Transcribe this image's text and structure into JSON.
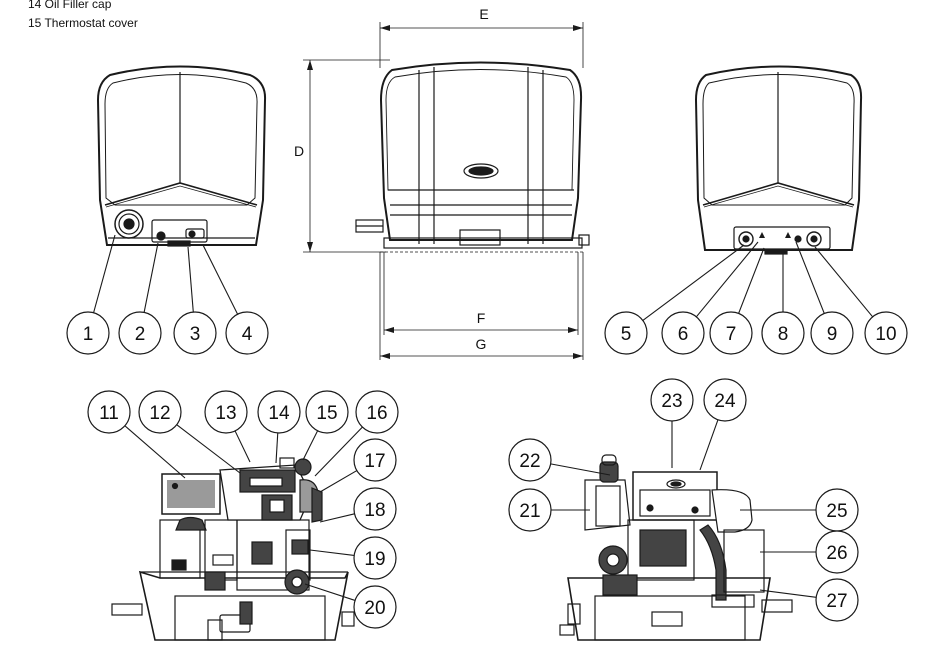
{
  "legend": [
    "14 Oil Filler cap",
    "15 Thermostat cover"
  ],
  "dimensions": {
    "E": "E",
    "D": "D",
    "F": "F",
    "G": "G"
  },
  "callouts": [
    {
      "n": "1"
    },
    {
      "n": "2"
    },
    {
      "n": "3"
    },
    {
      "n": "4"
    },
    {
      "n": "5"
    },
    {
      "n": "6"
    },
    {
      "n": "7"
    },
    {
      "n": "8"
    },
    {
      "n": "9"
    },
    {
      "n": "10"
    },
    {
      "n": "11"
    },
    {
      "n": "12"
    },
    {
      "n": "13"
    },
    {
      "n": "14"
    },
    {
      "n": "15"
    },
    {
      "n": "16"
    },
    {
      "n": "17"
    },
    {
      "n": "18"
    },
    {
      "n": "19"
    },
    {
      "n": "20"
    },
    {
      "n": "21"
    },
    {
      "n": "22"
    },
    {
      "n": "23"
    },
    {
      "n": "24"
    },
    {
      "n": "25"
    },
    {
      "n": "26"
    },
    {
      "n": "27"
    }
  ],
  "colors": {
    "line": "#1a1a1a",
    "fill": "#ffffff",
    "dark": "#444444",
    "mid": "#9a9a9a"
  }
}
